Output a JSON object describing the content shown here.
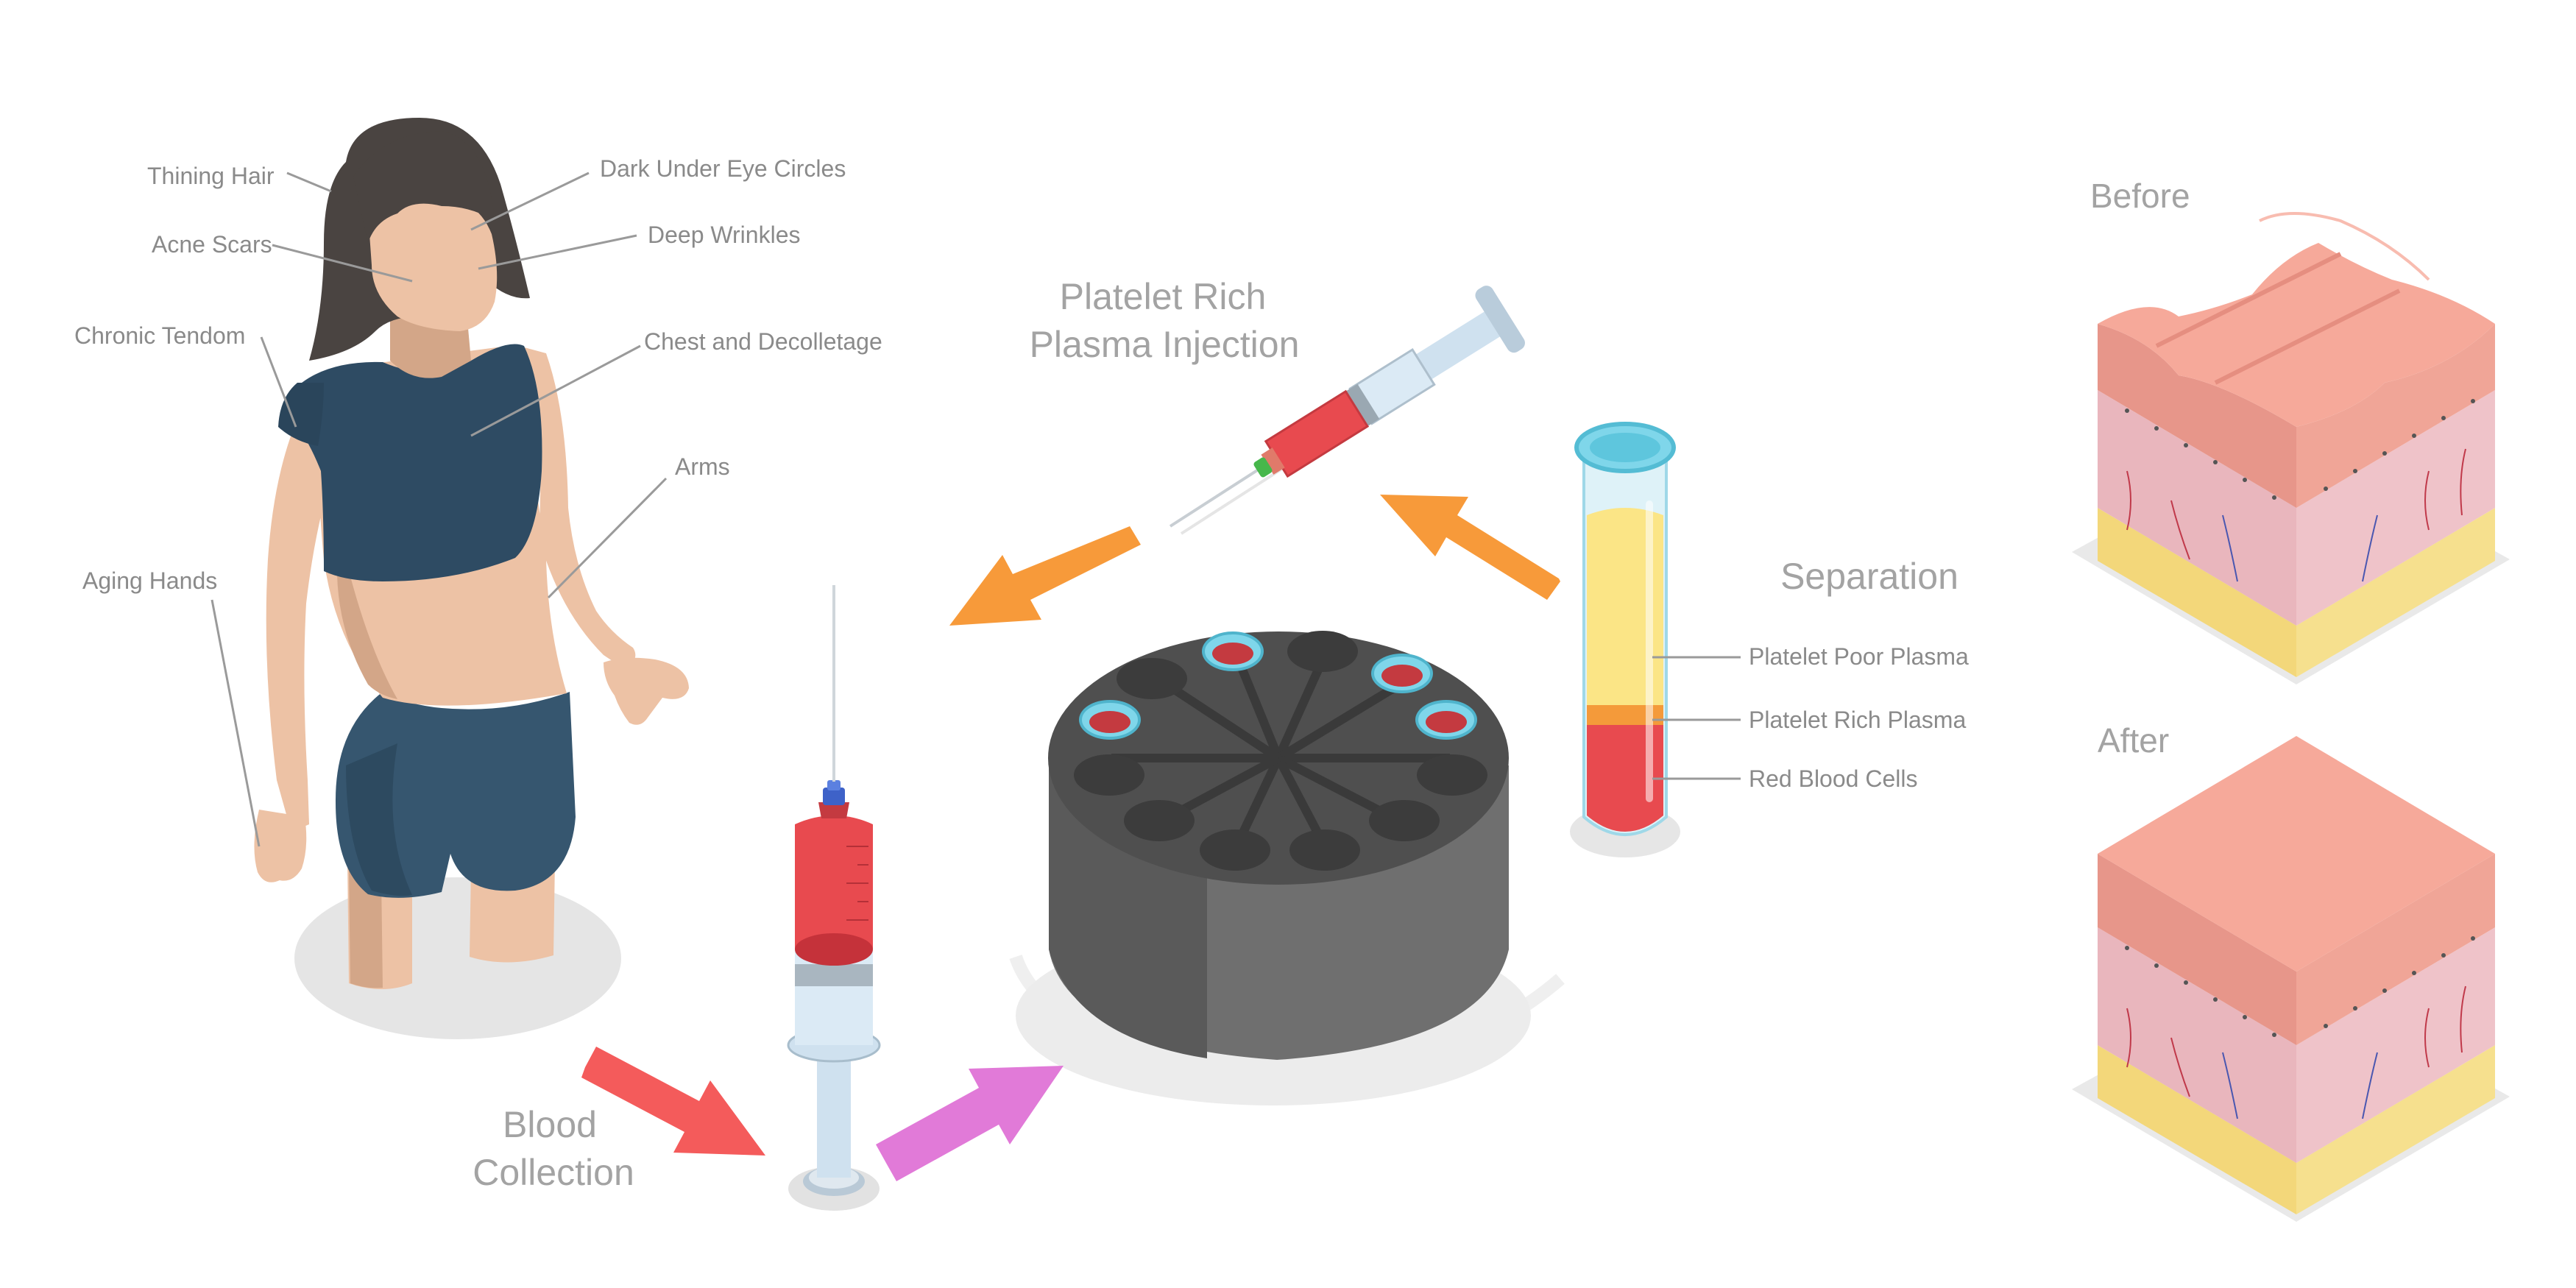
{
  "colors": {
    "label_text": "#8a8a8a",
    "title_text": "#a3a3a3",
    "leader_line": "#9a9a9a",
    "skin": "#edc2a5",
    "skin_shadow": "#d3a688",
    "hair": "#4a4441",
    "top": "#2e4b63",
    "shorts": "#36566f",
    "blood_red": "#e84a4f",
    "plasma_yellow": "#fbe586",
    "tube_cyan": "#7fd6ea",
    "centrifuge_top": "#4f4f4f",
    "centrifuge_side": "#6f6f6f",
    "arrow_red": "#f45b5b",
    "arrow_pink": "#e17ad8",
    "arrow_orange": "#f79a3a",
    "skin_surface": "#f6a99a",
    "fat_yellow": "#f6e08e"
  },
  "figure_labels": [
    {
      "id": "thining-hair",
      "text": "Thining Hair"
    },
    {
      "id": "acne-scars",
      "text": "Acne Scars"
    },
    {
      "id": "chronic-tendom",
      "text": "Chronic Tendom"
    },
    {
      "id": "aging-hands",
      "text": "Aging Hands"
    },
    {
      "id": "dark-under-eye-circles",
      "text": "Dark Under Eye Circles"
    },
    {
      "id": "deep-wrinkles",
      "text": "Deep Wrinkles"
    },
    {
      "id": "chest-and-decolletage",
      "text": "Chest and Decolletage"
    },
    {
      "id": "arms",
      "text": "Arms"
    }
  ],
  "steps": {
    "injection": {
      "line1": "Platelet Rich",
      "line2": "Plasma Injection"
    },
    "collection": {
      "line1": "Blood",
      "line2": "Collection"
    },
    "separation": "Separation"
  },
  "tube_layers": [
    {
      "id": "platelet-poor-plasma",
      "text": "Platelet Poor Plasma"
    },
    {
      "id": "platelet-rich-plasma",
      "text": "Platelet Rich Plasma"
    },
    {
      "id": "red-blood-cells",
      "text": "Red Blood Cells"
    }
  ],
  "comparison": {
    "before": "Before",
    "after": "After"
  }
}
